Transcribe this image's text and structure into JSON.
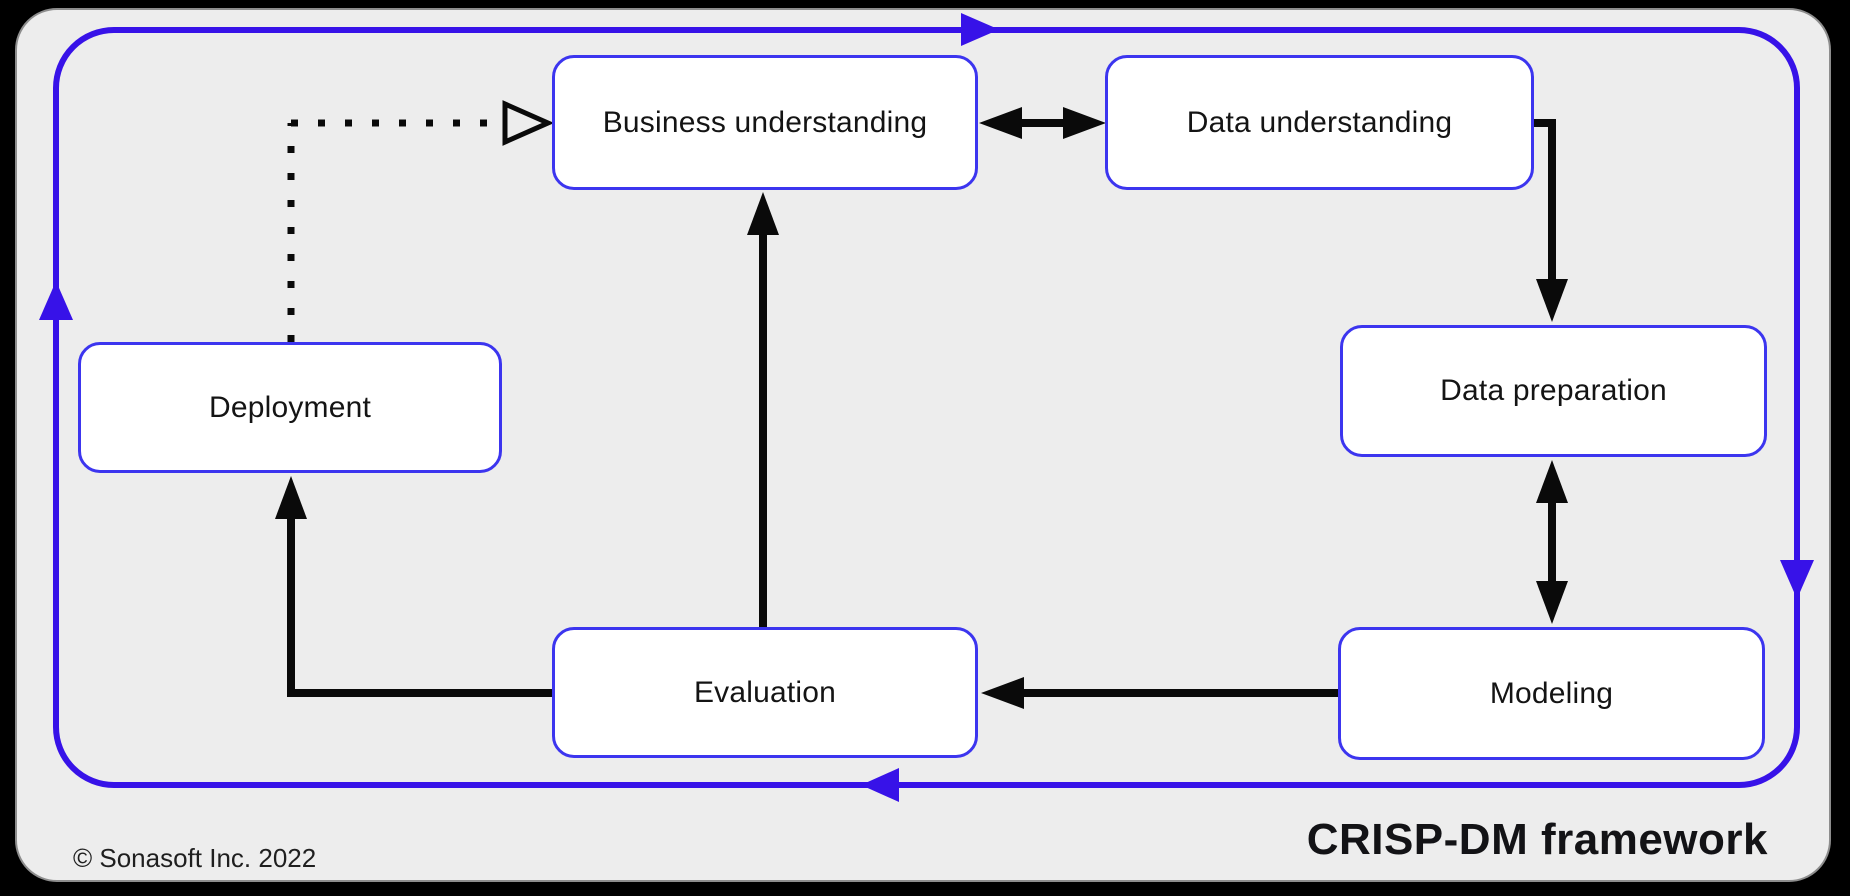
{
  "nodes": {
    "business_understanding": "Business understanding",
    "data_understanding": "Data understanding",
    "data_preparation": "Data preparation",
    "modeling": "Modeling",
    "evaluation": "Evaluation",
    "deployment": "Deployment"
  },
  "edges": [
    {
      "from": "business_understanding",
      "to": "data_understanding",
      "style": "solid",
      "arrows": "both"
    },
    {
      "from": "data_understanding",
      "to": "data_preparation",
      "style": "solid",
      "arrows": "end"
    },
    {
      "from": "data_preparation",
      "to": "modeling",
      "style": "solid",
      "arrows": "both"
    },
    {
      "from": "modeling",
      "to": "evaluation",
      "style": "solid",
      "arrows": "end"
    },
    {
      "from": "evaluation",
      "to": "business_understanding",
      "style": "solid",
      "arrows": "end"
    },
    {
      "from": "evaluation",
      "to": "deployment",
      "style": "solid",
      "arrows": "end"
    },
    {
      "from": "deployment",
      "to": "business_understanding",
      "style": "dotted",
      "arrows": "end-hollow"
    },
    {
      "from": "cycle",
      "to": "cycle",
      "style": "outer-loop-clockwise",
      "arrows": "four"
    }
  ],
  "footer": {
    "copyright": "© Sonasoft Inc. 2022",
    "title": "CRISP-DM framework"
  },
  "colors": {
    "canvas": "#000000",
    "panel": "#ededed",
    "loop_blue": "#3712e8",
    "box_border_blue": "#3c35ef",
    "arrow_black": "#0a0a0a",
    "box_fill": "#ffffff"
  }
}
